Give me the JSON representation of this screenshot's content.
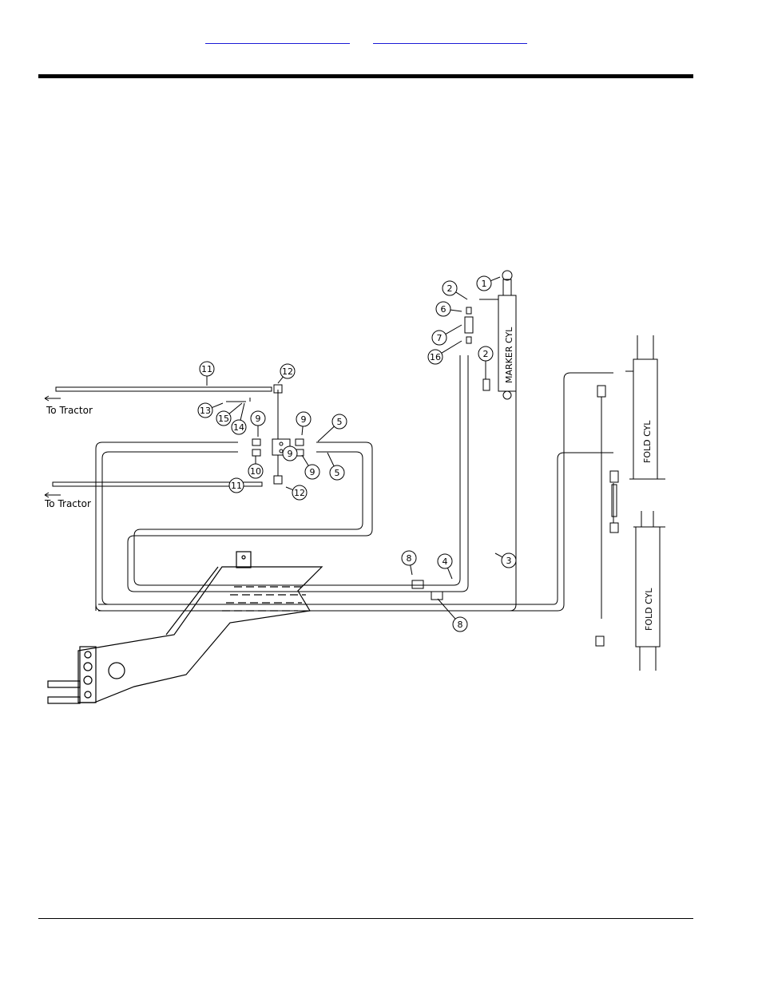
{
  "header": {
    "links": [
      "",
      ""
    ]
  },
  "diagram": {
    "to_tractor_label_top": "To Tractor",
    "to_tractor_label_bottom": "To Tractor",
    "marker_cylinder_label": "MARKER CYL",
    "fold_cylinder_label_upper": "FOLD CYL",
    "fold_cylinder_label_lower": "FOLD CYL",
    "callouts": [
      "1",
      "2",
      "6",
      "7",
      "16",
      "2",
      "11",
      "12",
      "13",
      "15",
      "14",
      "9",
      "9",
      "5",
      "9",
      "10",
      "9",
      "5",
      "11",
      "12",
      "8",
      "4",
      "3",
      "8"
    ]
  },
  "colors": {
    "link": "#1a1ad6",
    "line": "#000000"
  }
}
